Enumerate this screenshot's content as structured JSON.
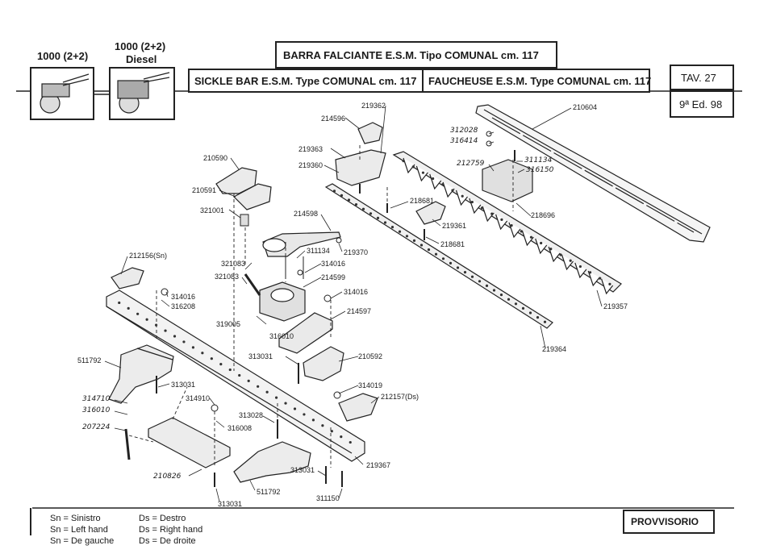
{
  "header": {
    "model_1": "1000 (2+2)",
    "model_2_line1": "1000 (2+2)",
    "model_2_line2": "Diesel",
    "title_it": "BARRA FALCIANTE E.S.M. Tipo COMUNAL cm. 117",
    "title_en": "SICKLE BAR E.S.M. Type COMUNAL cm. 117",
    "title_fr": "FAUCHEUSE E.S.M. Type COMUNAL cm. 117",
    "table_no": "TAV. 27",
    "edition": "9ª Ed. 98"
  },
  "parts": {
    "p210604": "210604",
    "p219362": "219362",
    "p214596": "214596",
    "p312028": "312028",
    "p316414": "316414",
    "p219363": "219363",
    "p219360": "219360",
    "p311134b": "311134",
    "p212759": "212759",
    "p316150": "316150",
    "p210590": "210590",
    "p210591": "210591",
    "p218681a": "218681",
    "p218696": "218696",
    "p321001": "321001",
    "p214598": "214598",
    "p219361": "219361",
    "p218681b": "218681",
    "p212156": "212156(Sn)",
    "p311134a": "311134",
    "p219370": "219370",
    "p321083a": "321083",
    "p314016a": "314016",
    "p321083b": "321083",
    "p214599": "214599",
    "p219357": "219357",
    "p314016b": "314016",
    "p316208": "316208",
    "p314016c": "314016",
    "p214597": "214597",
    "p319005": "319005",
    "p316010a": "316010",
    "p219364": "219364",
    "p313031a": "313031",
    "p210592": "210592",
    "p511792a": "511792",
    "p313031b": "313031",
    "p314019": "314019",
    "p212157": "212157(Ds)",
    "p314910": "314910",
    "p314710": "314710",
    "p316010b": "316010",
    "p313028": "313028",
    "p316008": "316008",
    "p207224": "207224",
    "p219367": "219367",
    "p313031c": "313031",
    "p210826": "210826",
    "p511792b": "511792",
    "p311150": "311150",
    "p313031d": "313031"
  },
  "legend": {
    "sn_it": "Sn = Sinistro",
    "sn_en": "Sn = Left hand",
    "sn_fr": "Sn = De gauche",
    "ds_it": "Ds = Destro",
    "ds_en": "Ds = Right hand",
    "ds_fr": "Ds = De droite"
  },
  "footer": {
    "status": "PROVVISORIO"
  }
}
